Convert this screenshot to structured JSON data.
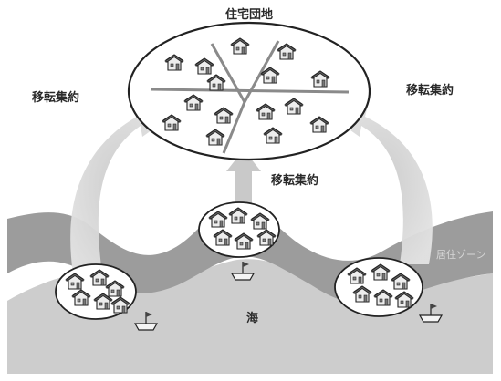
{
  "labels": {
    "title": "住宅団地",
    "relocation_left": "移転集約",
    "relocation_right": "移転集約",
    "relocation_center": "移転集約",
    "sea": "海",
    "faded_band_label": "居住ゾーン"
  },
  "colors": {
    "land_band": "#9c9c9c",
    "sea": "#cdcdcd",
    "arrow": "#d2d2d2",
    "outline": "#222222",
    "house_roof": "#5d5d5d",
    "house_wall": "#ededed"
  }
}
